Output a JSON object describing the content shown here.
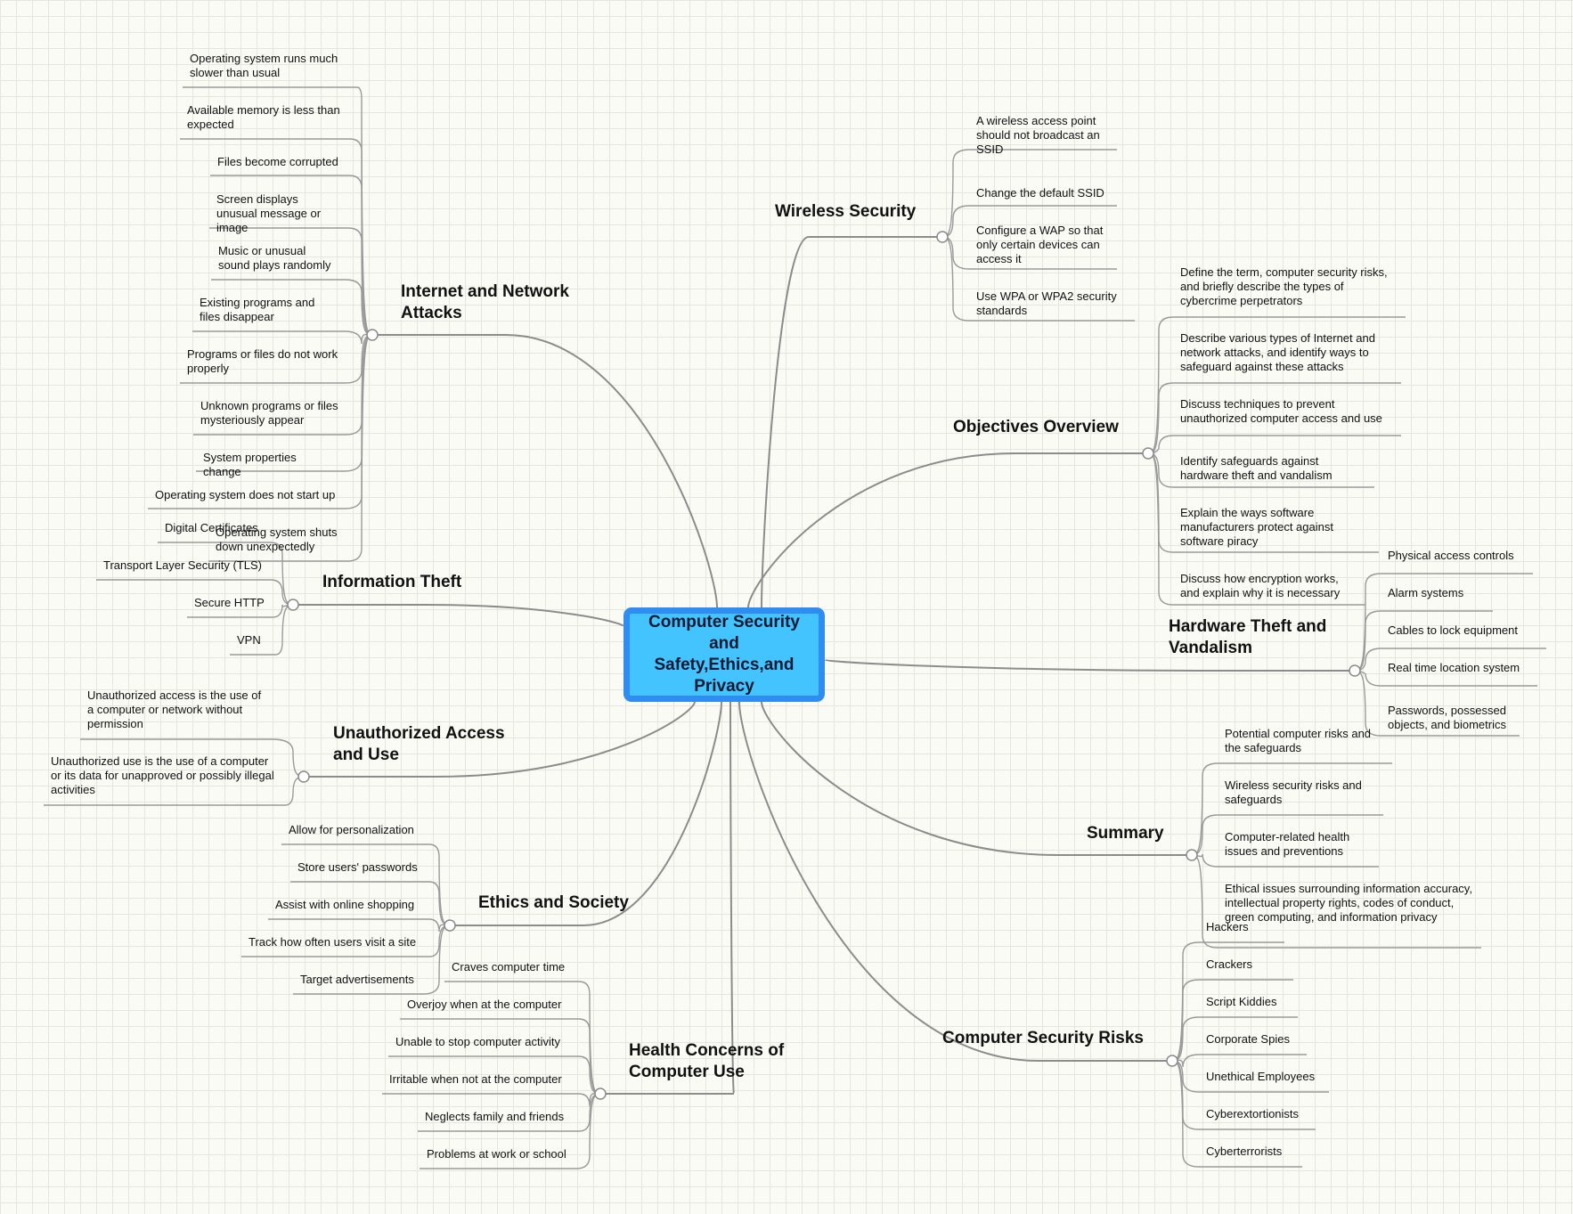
{
  "root": {
    "title": "Computer Security and Safety,Ethics,and Privacy"
  },
  "branches": [
    {
      "key": "wireless",
      "label": "Wireless Security",
      "leaves": [
        "A wireless access point should not broadcast an SSID",
        "Change the default SSID",
        "Configure a WAP so that only certain devices can access it",
        "Use WPA or WPA2 security standards"
      ]
    },
    {
      "key": "objectives",
      "label": "Objectives Overview",
      "leaves": [
        "Define the term, computer security risks, and briefly describe the types of cybercrime perpetrators",
        "Describe various types of Internet and network attacks, and identify ways to safeguard against these attacks",
        "Discuss techniques to prevent unauthorized computer access and use",
        "Identify safeguards against hardware theft and vandalism",
        "Explain the ways software manufacturers protect against software piracy",
        "Discuss how encryption works, and explain why it is necessary"
      ]
    },
    {
      "key": "hardware",
      "label": "Hardware Theft and Vandalism",
      "leaves": [
        "Physical access controls",
        "Alarm systems",
        "Cables to lock equipment",
        "Real time location system",
        "Passwords, possessed objects, and biometrics"
      ]
    },
    {
      "key": "summary",
      "label": "Summary",
      "leaves": [
        "Potential computer risks and the safeguards",
        "Wireless security risks and safeguards",
        "Computer-related health issues and preventions",
        "Ethical issues surrounding information accuracy, intellectual property rights, codes of conduct, green computing, and information privacy"
      ]
    },
    {
      "key": "risks",
      "label": "Computer Security Risks",
      "leaves": [
        "Hackers",
        "Crackers",
        "Script Kiddies",
        "Corporate Spies",
        "Unethical Employees",
        "Cyberextortionists",
        "Cyberterrorists"
      ]
    },
    {
      "key": "internet",
      "label": "Internet and Network Attacks",
      "leaves": [
        "Operating system runs much slower than usual",
        "Available memory is less than expected",
        "Files become corrupted",
        "Screen displays unusual message or image",
        "Music or unusual sound plays randomly",
        "Existing programs and files disappear",
        "Programs or files do not work properly",
        "Unknown programs or files mysteriously appear",
        "System properties change",
        "Operating system does not start up",
        "Operating system shuts down unexpectedly"
      ]
    },
    {
      "key": "infotheft",
      "label": "Information Theft",
      "leaves": [
        "Digital Certificates",
        "Transport Layer Security (TLS)",
        "Secure HTTP",
        "VPN"
      ]
    },
    {
      "key": "unauth",
      "label": "Unauthorized Access and Use",
      "leaves": [
        "Unauthorized access is the use of a computer or network without permission",
        "Unauthorized use is the use of a computer or its data for unapproved or possibly illegal activities"
      ]
    },
    {
      "key": "ethics",
      "label": "Ethics and Society",
      "leaves": [
        "Allow for personalization",
        "Store users' passwords",
        "Assist with online shopping",
        "Track how often users visit a site",
        "Target advertisements"
      ]
    },
    {
      "key": "health",
      "label": "Health Concerns of Computer Use",
      "leaves": [
        "Craves computer time",
        "Overjoy when at the computer",
        "Unable to stop computer activity",
        "Irritable when not at the computer",
        "Neglects family and friends",
        "Problems at work or school"
      ]
    }
  ]
}
